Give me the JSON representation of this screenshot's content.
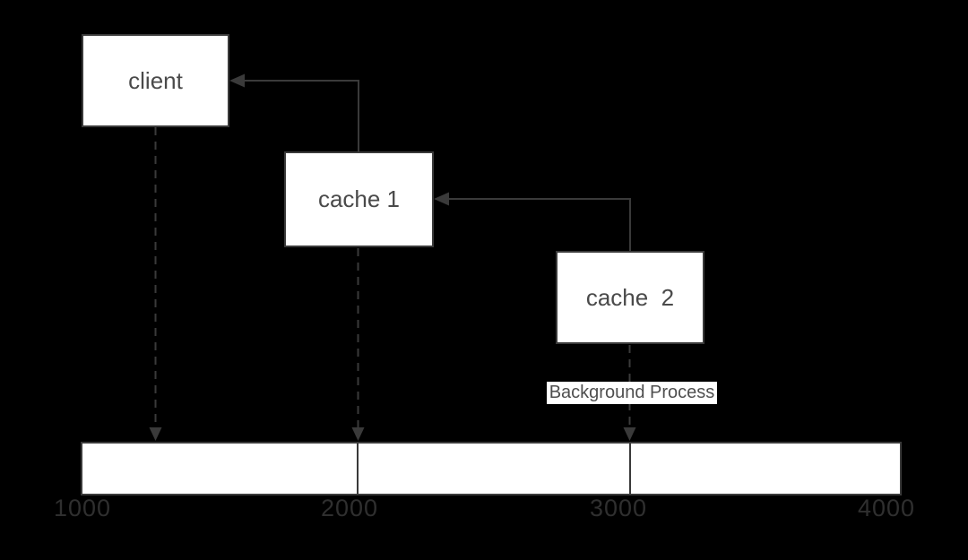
{
  "diagram": {
    "colors": {
      "background": "#000000",
      "node_fill": "#ffffff",
      "stroke": "#3a3a3a",
      "node_text": "#4a4a4a",
      "tick_text": "#2f2f2f"
    },
    "nodes": [
      {
        "id": "client",
        "label": "client"
      },
      {
        "id": "cache1",
        "label": "cache 1"
      },
      {
        "id": "cache2",
        "label": "cache  2"
      }
    ],
    "edges": [
      {
        "from": "cache1",
        "to": "client",
        "style": "solid-arrow"
      },
      {
        "from": "cache2",
        "to": "cache1",
        "style": "solid-arrow"
      },
      {
        "from": "client",
        "to": "timeline",
        "style": "dashed-arrow"
      },
      {
        "from": "cache1",
        "to": "timeline",
        "style": "dashed-arrow",
        "aligns_with_tick": "2000"
      },
      {
        "from": "cache2",
        "to": "timeline",
        "style": "dashed-arrow",
        "aligns_with_tick": "3000"
      }
    ],
    "annotation": {
      "label": "Background Process"
    },
    "timeline": {
      "ticks": [
        "1000",
        "2000",
        "3000",
        "4000"
      ]
    }
  }
}
